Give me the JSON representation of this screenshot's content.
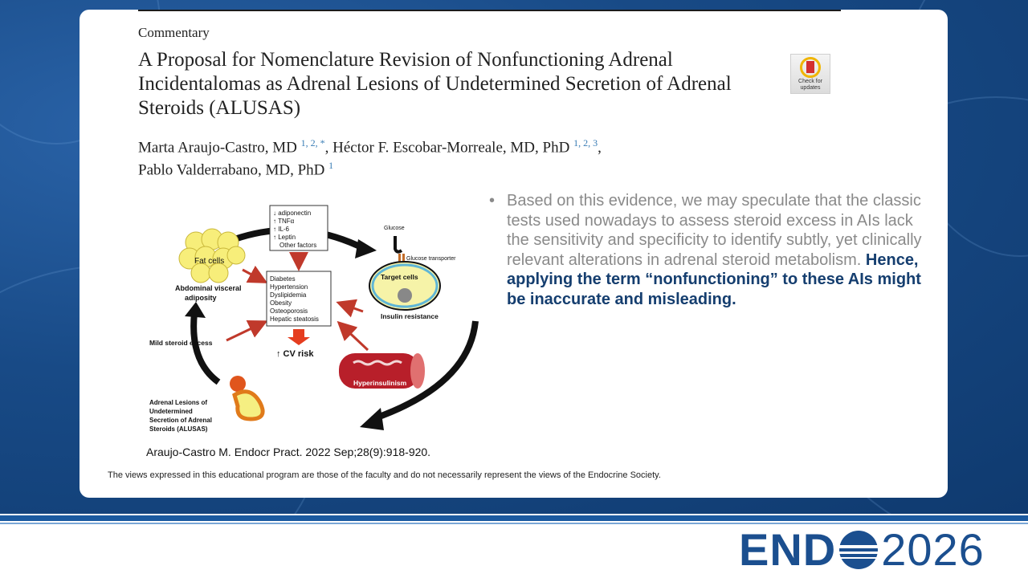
{
  "slide": {
    "kicker": "Commentary",
    "title": "A Proposal for Nomenclature Revision of Nonfunctioning Adrenal Incidentalomas as Adrenal Lesions of Undetermined Secretion of Adrenal Steroids (ALUSAS)",
    "badge": {
      "line1": "Check for",
      "line2": "updates"
    },
    "authors": [
      {
        "name": "Marta Araujo-Castro, MD",
        "sup": "1, 2, *",
        "after": ", "
      },
      {
        "name": "Héctor F. Escobar-Morreale, MD, PhD",
        "sup": "1, 2, 3",
        "after": ","
      },
      {
        "name": "Pablo Valderrabano, MD, PhD",
        "sup": "1",
        "after": ""
      }
    ],
    "bullet": {
      "normal": "Based on this evidence, we may speculate that the classic tests used nowadays to assess steroid excess in AIs lack the sensitivity and specificity to identify subtly, yet clinically relevant alterations in adrenal steroid metabolism.",
      "strong": "Hence, applying the term “nonfunctioning” to these AIs might be inaccurate and misleading."
    },
    "citation": "Araujo-Castro M. Endocr Pract. 2022 Sep;28(9):918-920.",
    "disclaimer": "The views expressed in this educational program are those of the faculty and do not necessarily represent the views of the Endocrine Society."
  },
  "figure": {
    "adipokines": [
      "↓ adiponectin",
      "↑ TNFα",
      "↑ IL-6",
      "↑ Leptin",
      "Other factors"
    ],
    "conditions": [
      "Diabetes",
      "Hypertension",
      "Dyslipidemia",
      "Obesity",
      "Osteoporosis",
      "Hepatic steatosis"
    ],
    "fat_cells": "Fat cells",
    "abdominal": [
      "Abdominal visceral",
      "adiposity"
    ],
    "glucose": "Glucose",
    "glucose_transporter": "Glucose transporter",
    "target_cells": "Target cells",
    "insulin_resistance": "Insulin resistance",
    "cv_risk": "↑ CV risk",
    "hyperinsulinism": "Hyperinsulinism",
    "mild_steroid": "Mild steroid excess",
    "alusas": [
      "Adrenal Lesions of",
      "Undetermined",
      "Secretion of Adrenal",
      "Steroids (ALUSAS)"
    ]
  },
  "brand": {
    "name": "END",
    "year": "2026",
    "color": "#1b4f8f"
  }
}
